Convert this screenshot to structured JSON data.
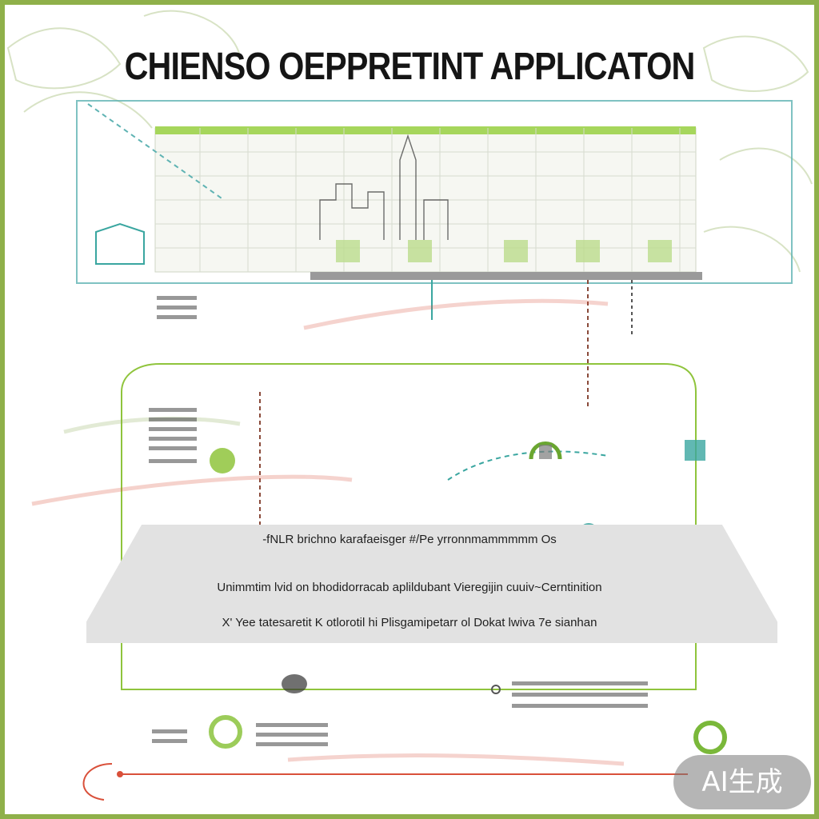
{
  "title": "CHIENSO OEPPRETINT APPLICATON",
  "band_lines": [
    "-fNLR brichno karafaeisger #/Pe yrronnmammmmm Os",
    "Unimmtim lvid on bhodidorracab aplildubant Vieregijin cuuiv~Cerntinition",
    "X' Yee tatesaretit K otlorotil hi Plisgamipetarr ol Dokat lwiva 7e sianhan"
  ],
  "badge": "AI生成",
  "colors": {
    "frame": "#8fb04a",
    "accent_green": "#8fc43c",
    "accent_teal": "#3aa6a0",
    "accent_red": "#d9503a",
    "band": "#e2e2e2"
  }
}
